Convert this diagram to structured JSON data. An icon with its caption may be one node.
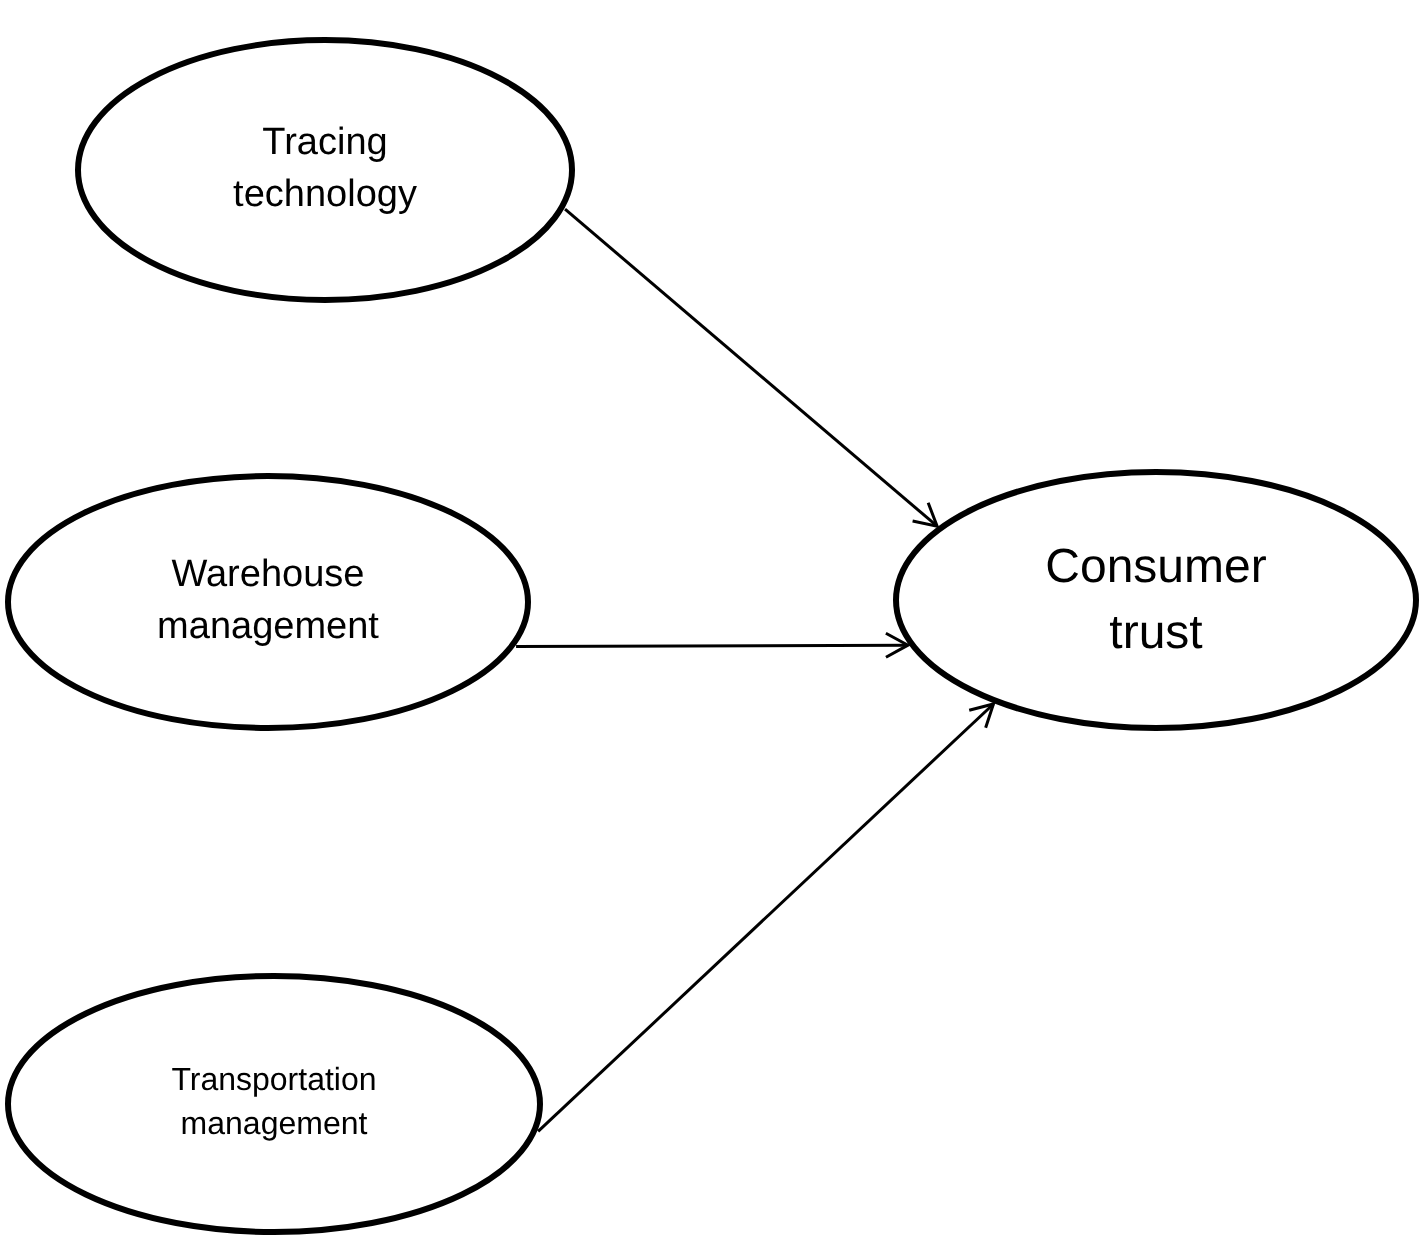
{
  "diagram": {
    "nodes": [
      {
        "text": [
          "Tracing technology"
        ]
      },
      {
        "text": [
          "Warehouse management"
        ]
      },
      {
        "text": [
          "Transportation management"
        ]
      },
      {
        "text": [
          "Consumer trust"
        ]
      }
    ],
    "edges": [
      {
        "from": 0,
        "to": 3,
        "arrow": "to"
      },
      {
        "from": 1,
        "to": 3,
        "arrow": "to"
      },
      {
        "from": 2,
        "to": 3,
        "arrow": "to"
      }
    ]
  }
}
